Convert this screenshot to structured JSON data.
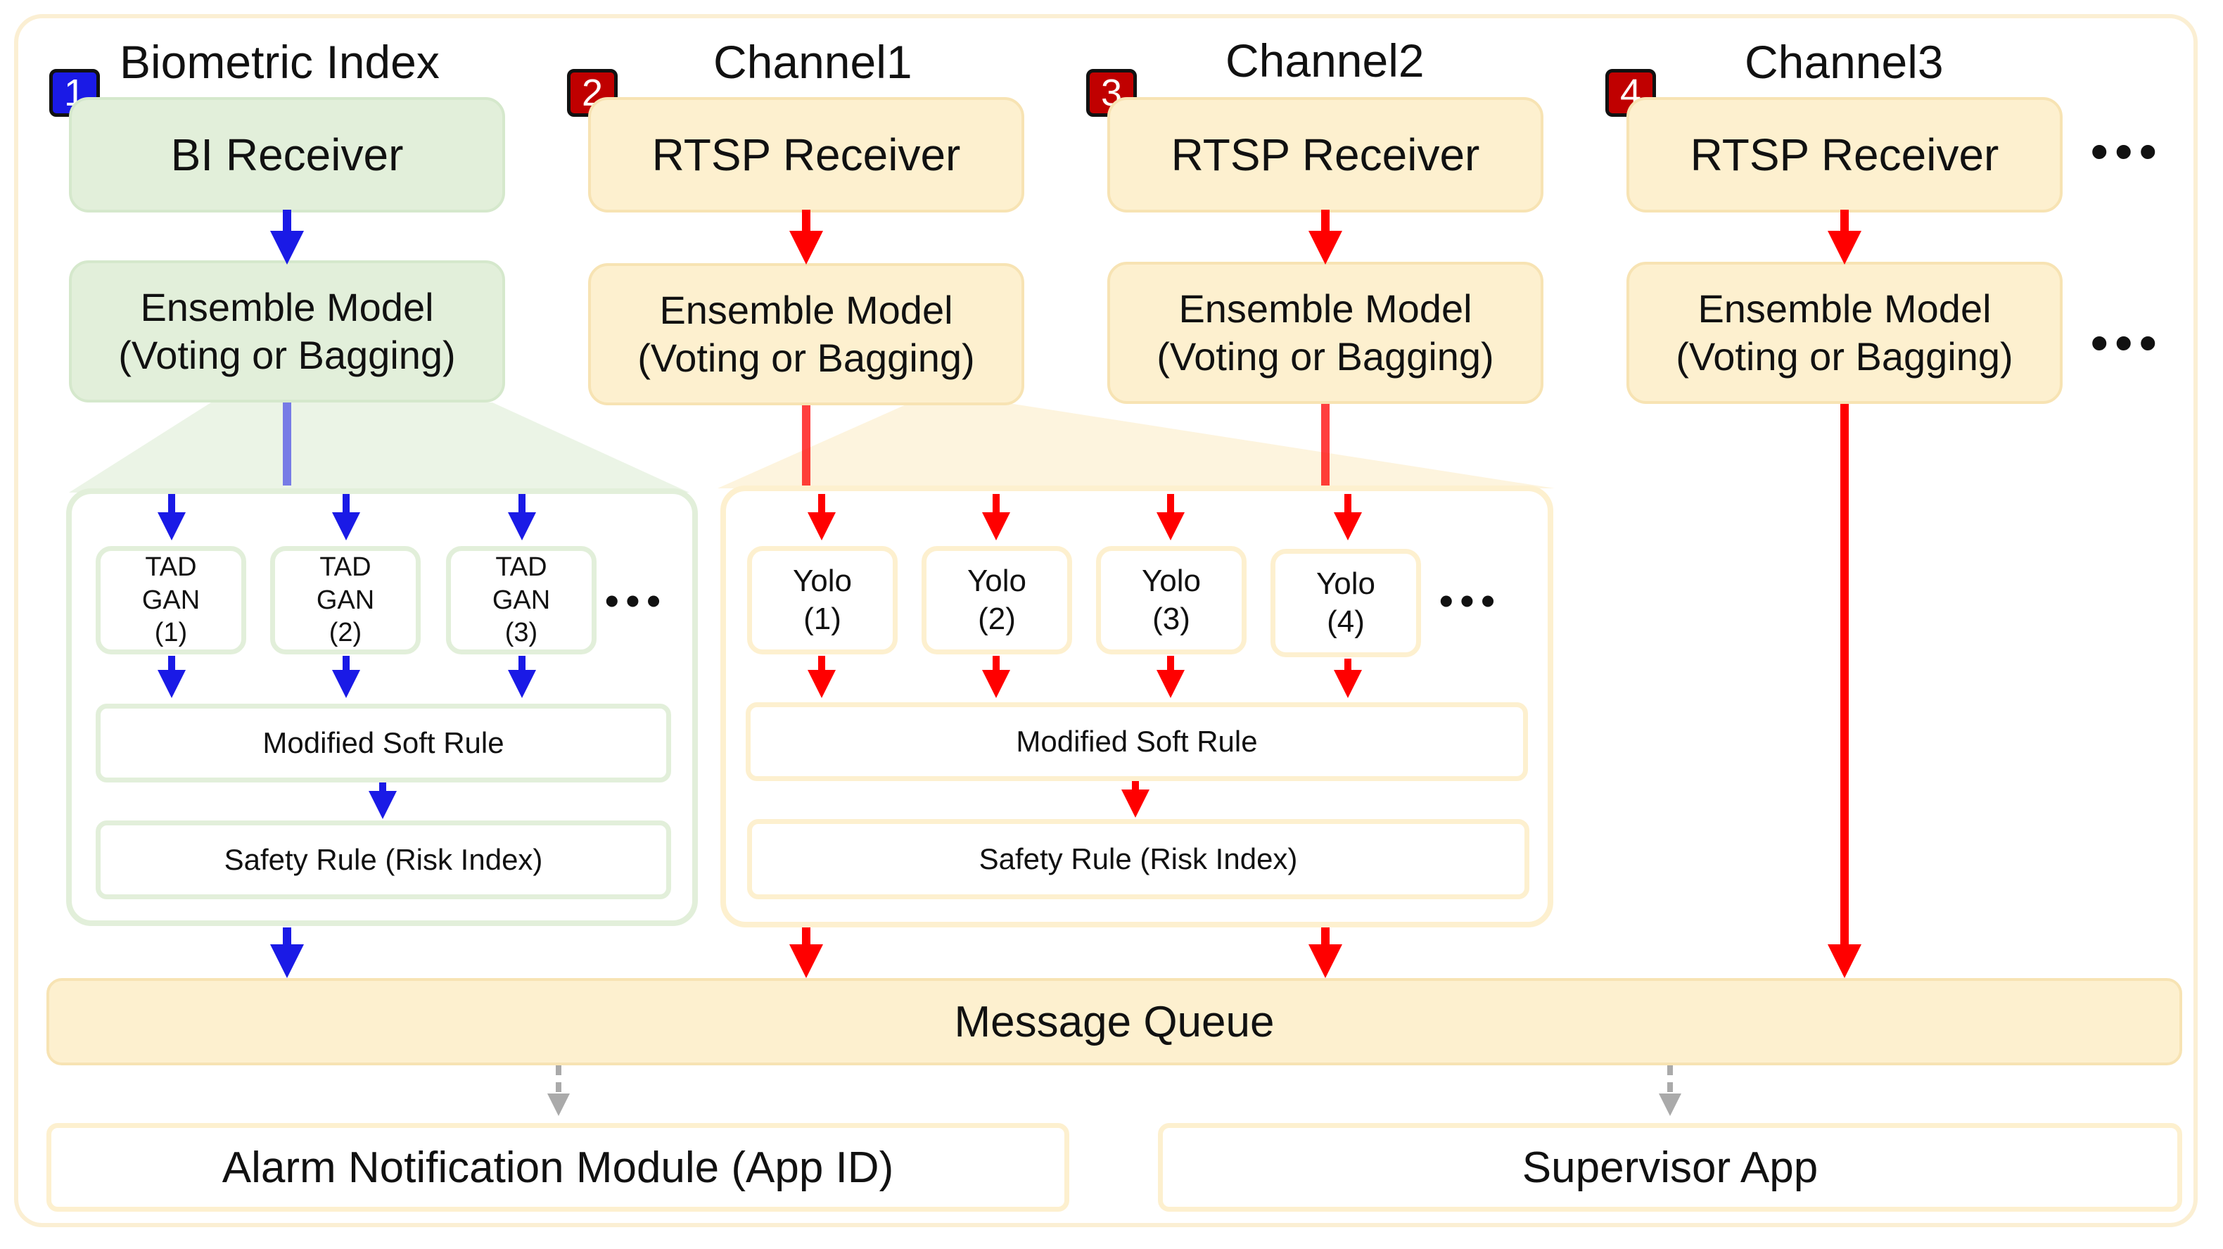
{
  "columns": [
    {
      "badge": "1",
      "title": "Biometric Index",
      "receiver": "BI Receiver",
      "ensemble_line1": "Ensemble Model",
      "ensemble_line2": "(Voting or Bagging)"
    },
    {
      "badge": "2",
      "title": "Channel1",
      "receiver": "RTSP Receiver",
      "ensemble_line1": "Ensemble Model",
      "ensemble_line2": "(Voting or Bagging)"
    },
    {
      "badge": "3",
      "title": "Channel2",
      "receiver": "RTSP Receiver",
      "ensemble_line1": "Ensemble Model",
      "ensemble_line2": "(Voting or Bagging)"
    },
    {
      "badge": "4",
      "title": "Channel3",
      "receiver": "RTSP Receiver",
      "ensemble_line1": "Ensemble Model",
      "ensemble_line2": "(Voting or Bagging)"
    }
  ],
  "bi_panel": {
    "models": [
      {
        "line1": "TAD",
        "line2": "GAN",
        "line3": "(1)"
      },
      {
        "line1": "TAD",
        "line2": "GAN",
        "line3": "(2)"
      },
      {
        "line1": "TAD",
        "line2": "GAN",
        "line3": "(3)"
      }
    ],
    "soft_rule": "Modified Soft Rule",
    "safety_rule": "Safety Rule (Risk Index)"
  },
  "video_panel": {
    "models": [
      {
        "line1": "Yolo",
        "line2": "(1)"
      },
      {
        "line1": "Yolo",
        "line2": "(2)"
      },
      {
        "line1": "Yolo",
        "line2": "(3)"
      },
      {
        "line1": "Yolo",
        "line2": "(4)"
      }
    ],
    "soft_rule": "Modified Soft Rule",
    "safety_rule": "Safety Rule (Risk Index)"
  },
  "ellipsis": "•••",
  "message_queue": "Message Queue",
  "outputs": {
    "alarm": "Alarm Notification Module (App ID)",
    "supervisor": "Supervisor App"
  },
  "colors": {
    "bi_arrow": "#1a1ae6",
    "video_arrow": "#ff0000",
    "dashed_arrow": "#aaaaaa",
    "green_fill": "#e2efda",
    "yellow_fill": "#fdf0cf"
  }
}
